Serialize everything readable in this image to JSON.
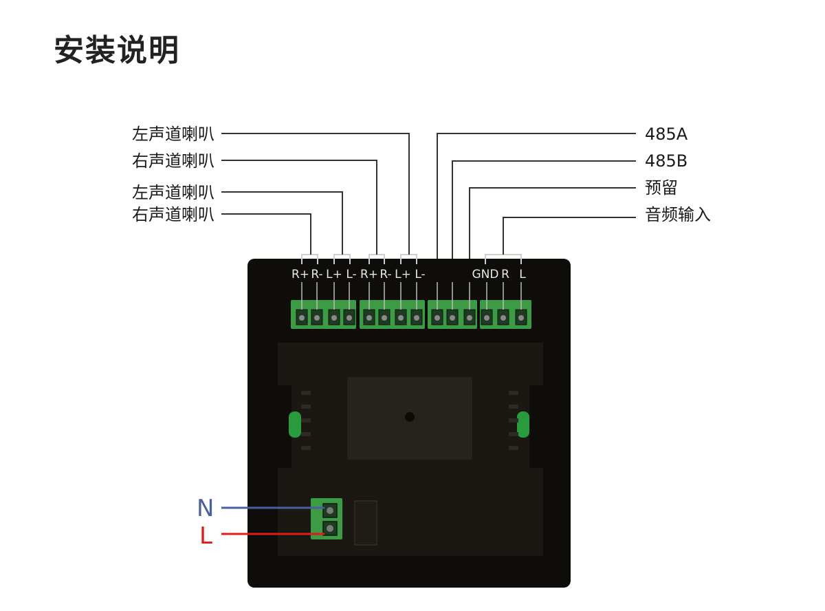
{
  "title": "安装说明",
  "left_labels": [
    "左声道喇叭",
    "右声道喇叭",
    "左声道喇叭",
    "右声道喇叭"
  ],
  "right_labels": [
    "485A",
    "485B",
    "预留",
    "音频输入"
  ],
  "terminal_pins": {
    "speaker": [
      "R+",
      "R-",
      "L+",
      "L-",
      "R+",
      "R-",
      "L+",
      "L-"
    ],
    "audio": [
      "GND",
      "R",
      "L"
    ]
  },
  "power": {
    "neutral": "N",
    "live": "L"
  },
  "colors": {
    "panel": "#0f0d09",
    "terminal_green": "#3d9a45",
    "neutral_wire": "#4a5fa0",
    "live_wire": "#e01b1b"
  }
}
